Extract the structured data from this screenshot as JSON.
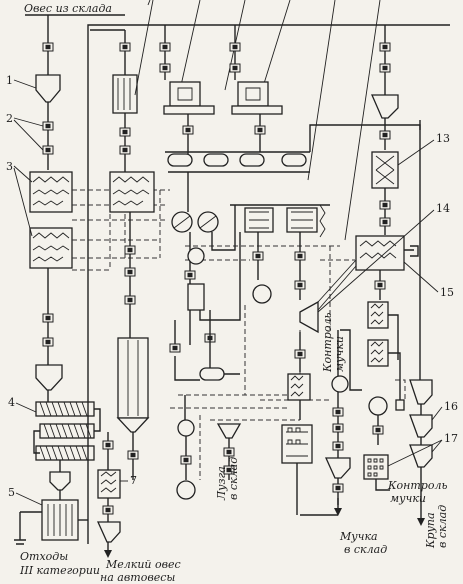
{
  "labels": {
    "source": "Овес из склада",
    "waste_line1": "Отходы",
    "waste_line2": "III категории",
    "fine_oats_line1": "Мелкий овес",
    "fine_oats_line2": "на автовесы",
    "husk_line1": "Лузга",
    "husk_line2": "в склад",
    "flour_line1": "Мучка",
    "flour_line2": "в склад",
    "groats_line1": "Крупа",
    "groats_line2": "в склад",
    "control_flour_v_line1": "Контроль",
    "control_flour_v_line2": "мучки",
    "control_flour_line1": "Контроль",
    "control_flour_line2": "мучки"
  },
  "callouts": [
    "1",
    "2",
    "3",
    "4",
    "5",
    "7",
    "13",
    "14",
    "15",
    "16",
    "17"
  ]
}
